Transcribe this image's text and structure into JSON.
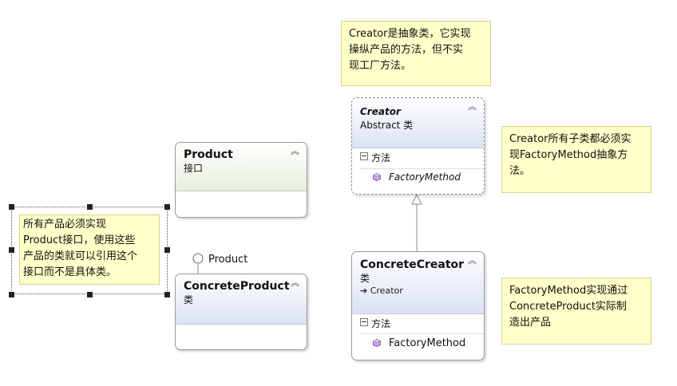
{
  "notes": {
    "creator_note": [
      "Creator是抽象类，它实现",
      "操纵产品的方法，但不实",
      "现工厂方法。"
    ],
    "subclass_note": [
      "Creator所有子类都必须实",
      "现FactoryMethod抽象方",
      "法。"
    ],
    "factory_note": [
      "FactoryMethod实现通过",
      "ConcreteProduct实际制",
      "造出产品"
    ],
    "product_note": [
      "所有产品必须实现",
      "Product接口，使用这些",
      "产品的类就可以引用这个",
      "接口而不是具体类。"
    ]
  },
  "creator": {
    "name": "Creator",
    "kind": "Abstract 类",
    "section": "方法",
    "method": "FactoryMethod"
  },
  "product": {
    "name": "Product",
    "kind": "接口"
  },
  "concrete_product": {
    "name": "ConcreteProduct",
    "kind": "类",
    "interface_label": "Product"
  },
  "concrete_creator": {
    "name": "ConcreteCreator",
    "kind": "类",
    "inherits": "Creator",
    "section": "方法",
    "method": "FactoryMethod"
  },
  "colors": {
    "note_bg": "#ffffc9",
    "class_header_blue": "#dbe2f3",
    "interface_header_green": "#e7efdd",
    "method_icon": "#8e5fb8"
  }
}
